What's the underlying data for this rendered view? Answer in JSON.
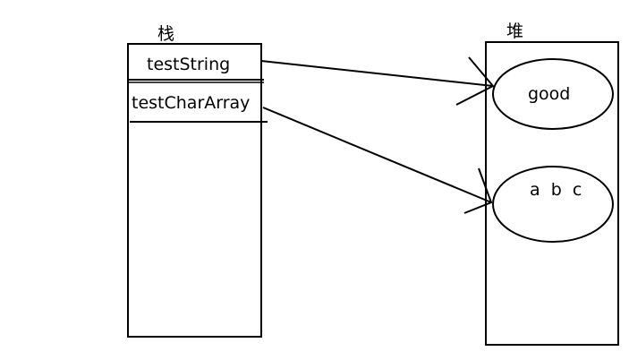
{
  "stack": {
    "title": "栈",
    "slots": [
      {
        "label": "testString"
      },
      {
        "label": "testCharArray"
      }
    ]
  },
  "heap": {
    "title": "堆",
    "objects": [
      {
        "label": "good"
      },
      {
        "label": "a  b  c"
      }
    ]
  },
  "colors": {
    "stroke": "#000000",
    "background": "#ffffff"
  }
}
